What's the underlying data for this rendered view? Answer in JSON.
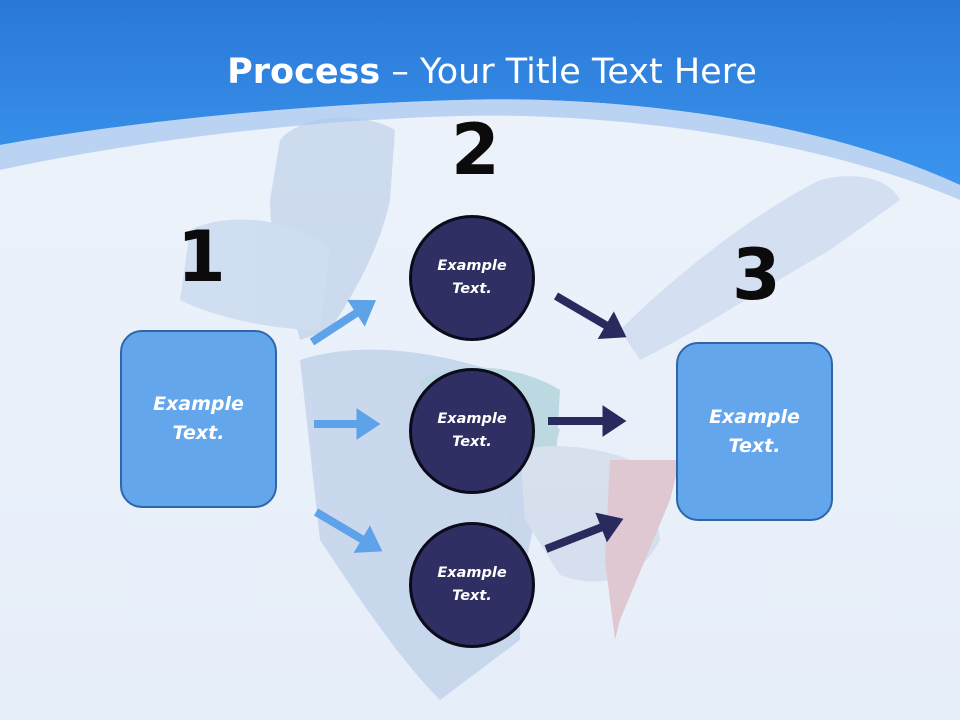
{
  "slide": {
    "title_bold": "Process",
    "title_rest": " – Your Title Text Here",
    "numbers": [
      "1",
      "2",
      "3"
    ],
    "left_box": "Example Text.",
    "circles": [
      "Example Text.",
      "Example Text.",
      "Example Text."
    ],
    "right_box": "Example Text."
  },
  "colors": {
    "header_blue": "#2f86e0",
    "box_fill": "#63a6ec",
    "circle_fill": "#302f63",
    "light_arrow": "#5ea2ea",
    "dark_arrow": "#2b2a5e"
  }
}
